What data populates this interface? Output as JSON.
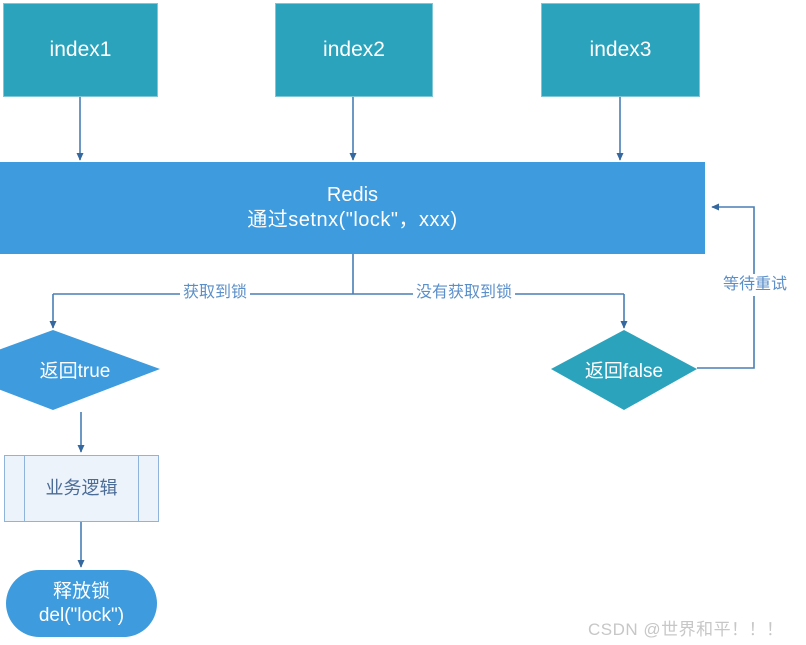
{
  "diagram": {
    "title": "Redis distributed lock flowchart",
    "colors": {
      "teal": "#2BA3BC",
      "blue": "#3D9BDE",
      "line": "#4A7EB5",
      "label_text": "#5B8FC9",
      "process_fill": "#EDF3FB",
      "process_border": "#8EB4DC",
      "watermark": "#C7C7C7"
    },
    "nodes": {
      "index1": {
        "label": "index1",
        "shape": "rectangle"
      },
      "index2": {
        "label": "index2",
        "shape": "rectangle"
      },
      "index3": {
        "label": "index3",
        "shape": "rectangle"
      },
      "redis": {
        "line1": "Redis",
        "line2": "通过setnx(\"lock\"，xxx)",
        "shape": "rectangle"
      },
      "return_true": {
        "label": "返回true",
        "shape": "diamond"
      },
      "return_false": {
        "label": "返回false",
        "shape": "diamond"
      },
      "business_logic": {
        "label": "业务逻辑",
        "shape": "predefined-process"
      },
      "release_lock": {
        "line1": "释放锁",
        "line2": "del(\"lock\")",
        "shape": "rounded-rectangle"
      }
    },
    "edge_labels": {
      "got_lock": "获取到锁",
      "no_lock": "没有获取到锁",
      "wait_retry": "等待重试"
    },
    "watermark": "CSDN @世界和平！！！"
  }
}
